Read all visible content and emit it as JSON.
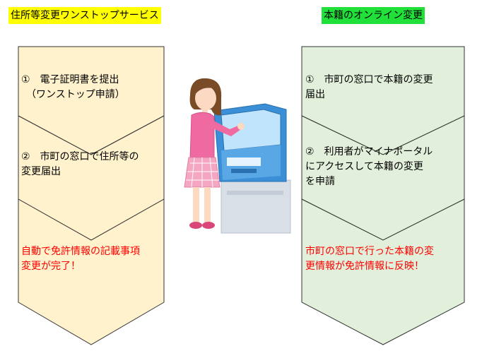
{
  "colors": {
    "left_title_bg": "#ffff00",
    "right_title_bg": "#22e03a",
    "left_panel_fill": "#fff2cc",
    "right_panel_fill": "#e2efda",
    "border": "#333333",
    "result_text": "#ff0000"
  },
  "left": {
    "title": "住所等変更ワンストップサービス",
    "step1": "①　電子証明書を提出\n　（ワンストップ申請）",
    "step2": "②　市町の窓口で住所等の\n変更届出",
    "result": "自動で免許情報の記載事項\n変更が完了！"
  },
  "right": {
    "title": "本籍のオンライン変更",
    "step1": "①　市町の窓口で本籍の変更\n届出",
    "step2": "②　利用者がマイナポータル\nにアクセスして本籍の変更\nを申請",
    "result": "市町の窓口で行った本籍の変\n更情報が免許情報に反映！"
  },
  "illustration": {
    "icon": "woman-at-kiosk-icon"
  }
}
